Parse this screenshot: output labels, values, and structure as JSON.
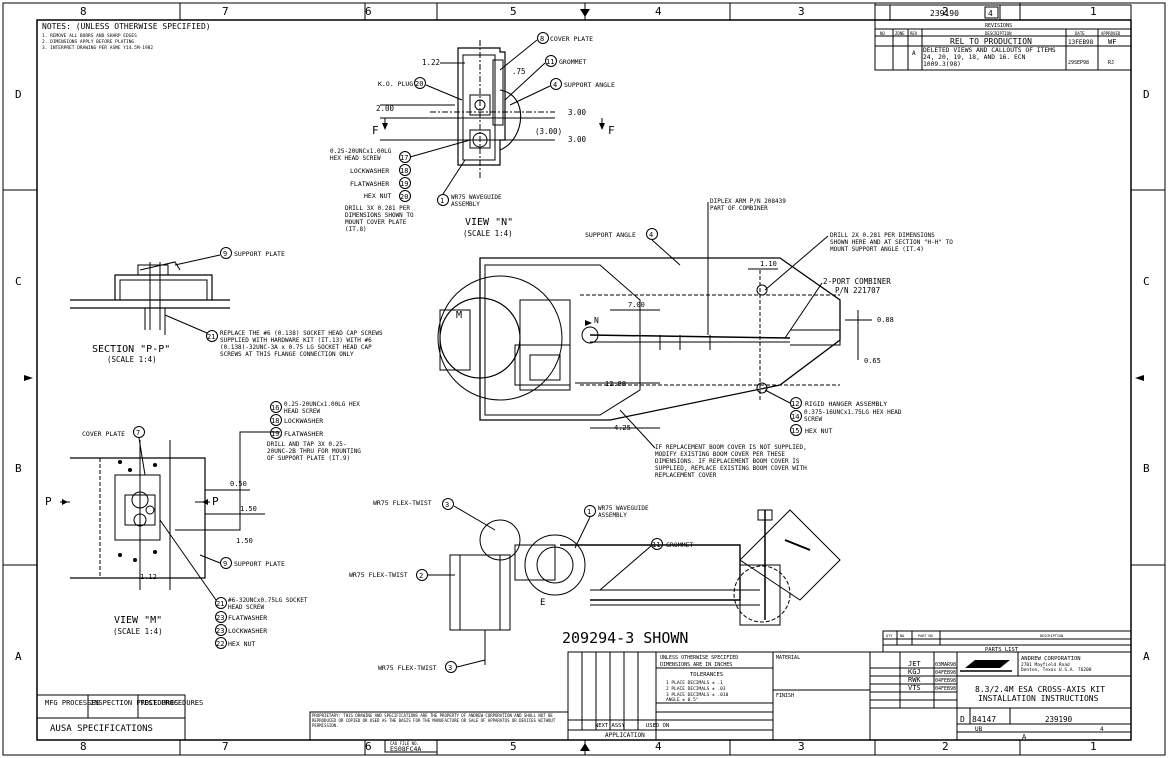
{
  "frame": {
    "zones_top": [
      "8",
      "7",
      "6",
      "5",
      "4",
      "3",
      "2",
      "1"
    ],
    "zones_bottom": [
      "8",
      "7",
      "6",
      "5",
      "4",
      "3",
      "2",
      "1"
    ],
    "zones_left": [
      "D",
      "C",
      "B",
      "A"
    ],
    "zones_right": [
      "D",
      "C",
      "B",
      "A"
    ]
  },
  "notes": {
    "title": "NOTES: (UNLESS OTHERWISE SPECIFIED)",
    "lines": [
      "1. REMOVE ALL BURRS AND SHARP EDGES",
      "2. DIMENSIONS APPLY BEFORE PLATING",
      "3. INTERPRET DRAWING PER ASME Y14.5M-1982"
    ]
  },
  "title_block": {
    "dwg_no_top": "239190",
    "rev_top": "4",
    "revisions_header": "REVISIONS",
    "rev_cols": [
      "NO",
      "ZONE",
      "REV",
      "DESCRIPTION",
      "DATE",
      "APPROVED"
    ],
    "rev_rows": [
      {
        "no": "",
        "zone": "",
        "rev": "",
        "desc": "REL TO PRODUCTION",
        "date": "13FEB98",
        "appr": "WF"
      },
      {
        "no": "",
        "zone": "",
        "rev": "A",
        "desc": "DELETED VIEWS AND CALLOUTS OF ITEMS 24, 20, 19, 18, AND 16. ECN 1009.3(98)",
        "date": "29SEP98",
        "appr": "RJ"
      }
    ],
    "parts_list": "PARTS LIST",
    "parts_cols": [
      "QTY",
      "NO",
      "PART NO",
      "DESCRIPTION"
    ],
    "company": "ANDREW CORPORATION",
    "company_addr1": "2701 Mayfield Road",
    "company_addr2": "Denton, Texas U.S.A. 76208",
    "logo_text": "ANDREW",
    "drawn_by": "JET",
    "drawn_date": "03MAR98",
    "checked_by": "KGJ",
    "checked_date": "04FEB98",
    "eng_by": "RWK",
    "eng_date": "04FEB98",
    "mfg_by": "VTS",
    "mfg_date": "04FEB98",
    "title_line1": "8.3/2.4M ESA CROSS-AXIS KIT",
    "title_line2": "INSTALLATION INSTRUCTIONS",
    "size": "D",
    "fscm": "84147",
    "dwg_no": "239190",
    "scale": "UB",
    "sheet": "4",
    "rev_letter": "A",
    "cad_file_label": "CAD FILE NO.",
    "cad_file": "ES08FC4A"
  },
  "tolerances": {
    "header1": "UNLESS OTHERWISE SPECIFIED",
    "header2": "DIMENSIONS ARE IN INCHES",
    "label": "TOLERANCES",
    "lines": [
      "1 PLACE DECIMALS ± .1",
      "2 PLACE DECIMALS ± .03",
      "3 PLACE DECIMALS ± .010",
      "ANGLE ± 0.5°"
    ],
    "material": "MATERIAL",
    "finish": "FINISH",
    "next_assy": "NEXT ASSY",
    "used_on": "USED ON",
    "application": "APPLICATION"
  },
  "specs": {
    "mfg": "MFG PROCESSES",
    "inspection": "INSPECTION PROCEDURES",
    "test": "TEST PROCEDURES",
    "ausa": "AUSA SPECIFICATIONS"
  },
  "views": {
    "view_n_title": "VIEW \"N\"",
    "view_n_scale": "(SCALE 1:4)",
    "view_m_title": "VIEW \"M\"",
    "view_m_scale": "(SCALE 1:4)",
    "section_p_title": "SECTION \"P-P\"",
    "section_p_scale": "(SCALE 1:4)",
    "shown": "209294-3 SHOWN"
  },
  "callouts": [
    {
      "num": "8",
      "text": "COVER PLATE"
    },
    {
      "num": "11",
      "text": "GROMMET"
    },
    {
      "num": "4",
      "text": "SUPPORT ANGLE"
    },
    {
      "num": "20",
      "text": "K.O. PLUG"
    },
    {
      "num": "17",
      "text": "0.25-20UNCx1.00LG HEX HEAD SCREW"
    },
    {
      "num": "18",
      "text": "LOCKWASHER"
    },
    {
      "num": "19",
      "text": "FLATWASHER"
    },
    {
      "num": "20",
      "text": "HEX NUT"
    },
    {
      "num": "1",
      "text": "WR75 WAVEGUIDE ASSEMBLY"
    },
    {
      "num": "9",
      "text": "SUPPORT PLATE"
    },
    {
      "num": "21",
      "text": "REPLACE THE #6 (0.138) SOCKET HEAD CAP SCREWS SUPPLIED WITH HARDWARE KIT (IT.13) WITH #6 (0.138)-32UNC-3A x 0.75 LG SOCKET HEAD CAP SCREWS AT THIS FLANGE CONNECTION ONLY"
    },
    {
      "num": "16",
      "text": "0.25-20UNCx1.00LG HEX HEAD SCREW"
    },
    {
      "num": "18",
      "text": "LOCKWASHER"
    },
    {
      "num": "19",
      "text": "FLATWASHER"
    },
    {
      "num": "7",
      "text": "COVER PLATE"
    },
    {
      "num": "9",
      "text": "SUPPORT PLATE"
    },
    {
      "num": "21",
      "text": "#6-32UNCx0.75LG SOCKET HEAD SCREW"
    },
    {
      "num": "23",
      "text": "FLATWASHER"
    },
    {
      "num": "23",
      "text": "LOCKWASHER"
    },
    {
      "num": "22",
      "text": "HEX NUT"
    },
    {
      "num": "12",
      "text": "RIGID HANGER ASSEMBLY"
    },
    {
      "num": "14",
      "text": "0.375-16UNCx1.75LG HEX HEAD SCREW"
    },
    {
      "num": "15",
      "text": "HEX NUT"
    },
    {
      "num": "3",
      "text": "WR75 FLEX-TWIST"
    },
    {
      "num": "2",
      "text": "WR75 FLEX-TWIST"
    },
    {
      "num": "3",
      "text": "WR75 FLEX-TWIST"
    },
    {
      "num": "1",
      "text": "WR75 WAVEGUIDE ASSEMBLY"
    },
    {
      "num": "11",
      "text": "GROMMET"
    },
    {
      "num": "4",
      "text": "SUPPORT ANGLE"
    }
  ],
  "notes_text": {
    "drill_3x": "DRILL 3X 0.281 PER DIMENSIONS SHOWN TO MOUNT COVER PLATE (IT.8)",
    "drill_2x": "DRILL 2X 0.281 PER DIMENSIONS SHOWN HERE AND AT SECTION \"H-H\" TO MOUNT SUPPORT ANGLE (IT.4)",
    "drill_tap": "DRILL AND TAP 3X 0.25-20UNC-2B THRU FOR MOUNTING OF SUPPORT PLATE (IT.9)",
    "replace_boom": "IF REPLACEMENT BOOM COVER IS NOT SUPPLIED, MODIFY EXISTING BOOM COVER PER THESE DIMENSIONS. IF REPLACEMENT BOOM COVER IS SUPPLIED, REPLACE EXISTING BOOM COVER WITH REPLACEMENT COVER",
    "diplex": "DIPLEX ARM P/N 208439 PART OF COMBINER",
    "combiner": "2-PORT COMBINER",
    "combiner_pn": "P/N 221707"
  },
  "dims": {
    "d122": "1.22",
    "d75": ".75",
    "d200": "2.00",
    "d300a": "3.00",
    "d300b": "(3.00)",
    "d300c": "3.00",
    "d110": "1.10",
    "d700": "7.00",
    "d088": "0.88",
    "d065": "0.65",
    "d1288": "12.88",
    "d425": "4.25",
    "d050": "0.50",
    "d150a": "1.50",
    "d150b": "1.50",
    "d112": "1.12"
  },
  "letters": {
    "F": "F",
    "N": "N",
    "M": "M",
    "P": "P",
    "E": "E"
  },
  "legal": "PROPRIETARY: THIS DRAWING AND SPECIFICATIONS ARE THE PROPERTY OF ANDREW CORPORATION AND SHALL NOT BE REPRODUCED OR COPIED OR USED AS THE BASIS FOR THE MANUFACTURE OR SALE OF APPARATUS OR DEVICES WITHOUT PERMISSION."
}
